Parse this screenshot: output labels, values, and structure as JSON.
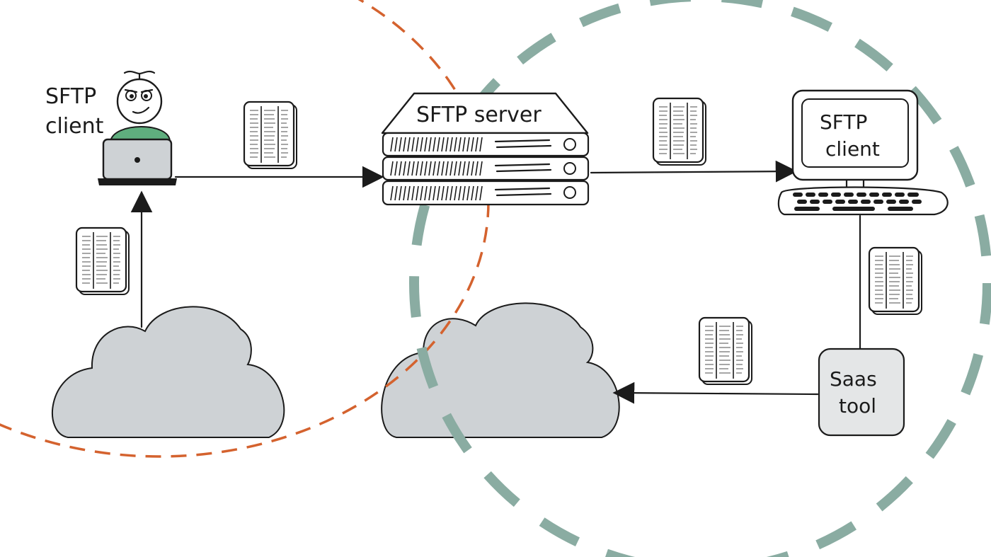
{
  "labels": {
    "client_left": [
      "SFTP",
      "client"
    ],
    "server": "SFTP server",
    "client_right": [
      "SFTP",
      "client"
    ],
    "saas": [
      "Saas",
      "tool"
    ]
  },
  "colors": {
    "zone_left": "#d4622e",
    "zone_right": "#8aaca2",
    "person_shirt": "#5fae7e",
    "cloud_fill": "#ced2d5",
    "ink": "#1b1b1b"
  },
  "icons": {
    "person": "person-with-laptop-icon",
    "server": "server-rack-icon",
    "computer": "desktop-computer-icon",
    "document": "document-table-icon",
    "cloud": "cloud-icon"
  }
}
